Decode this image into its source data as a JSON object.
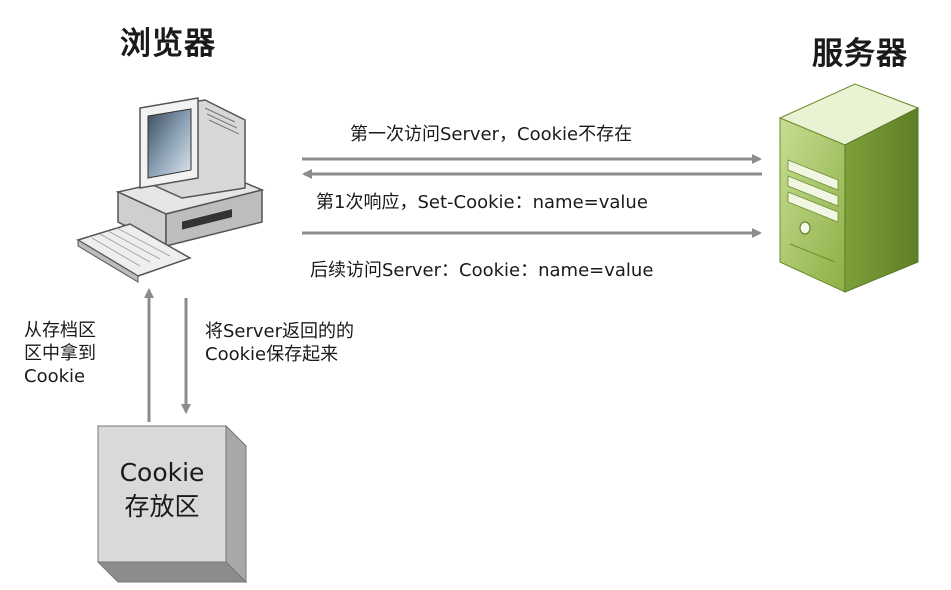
{
  "browser": {
    "title": "浏览器"
  },
  "server": {
    "title": "服务器"
  },
  "messages": {
    "first_request": "第一次访问Server，Cookie不存在",
    "first_response": "第1次响应，Set-Cookie：name=value",
    "later_request": "后续访问Server：Cookie：name=value"
  },
  "storage": {
    "read_lines": [
      "从存档区",
      "区中拿到",
      "Cookie"
    ],
    "save_lines": [
      "将Server返回的的",
      "Cookie保存起来"
    ],
    "box_lines": [
      "Cookie",
      "存放区"
    ]
  },
  "colors": {
    "arrow": "#8c8c8c",
    "server_body": "#9bbf4f",
    "box_face": "#d9d9d9"
  },
  "icons": {
    "browser": "desktop-computer-icon",
    "server": "server-tower-icon"
  }
}
